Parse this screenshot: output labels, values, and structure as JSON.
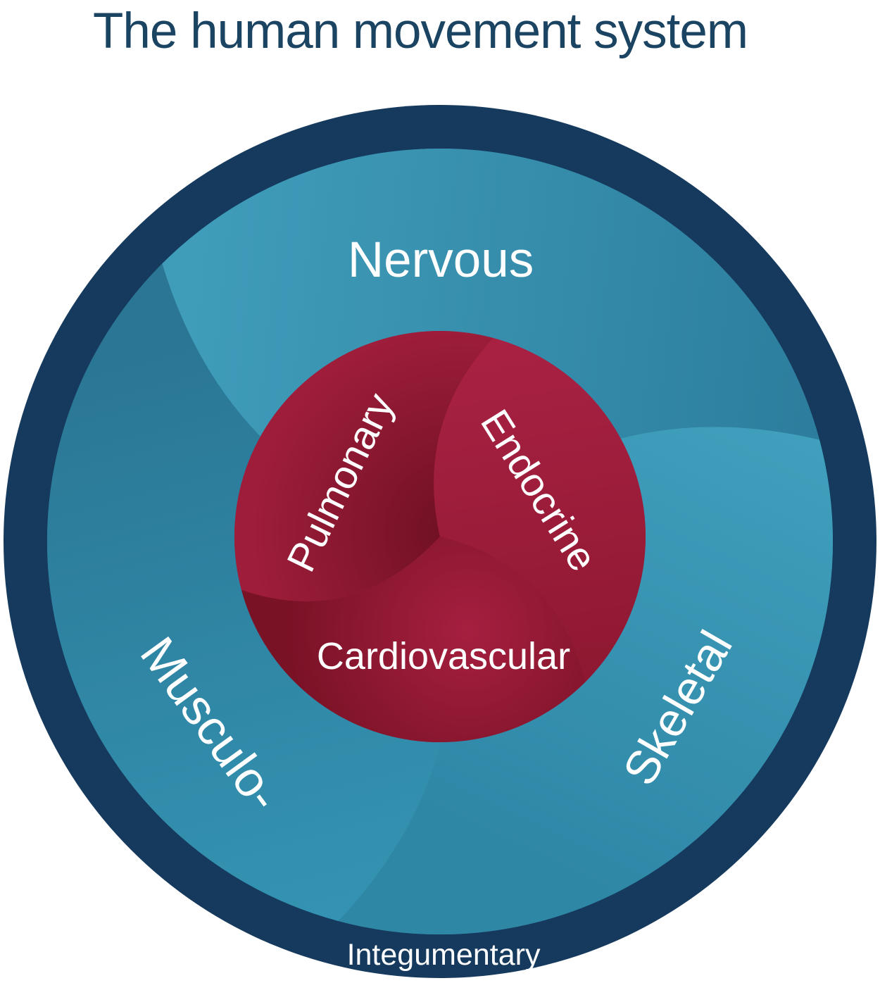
{
  "title": {
    "text": "The human movement system",
    "color": "#1A4462"
  },
  "label_color": "#FFFFFF",
  "diagram": {
    "description": "Concentric circle diagram of body systems supporting human movement",
    "outer_ring": {
      "label": "Integumentary",
      "color": "#163A5D"
    },
    "middle_ring": {
      "base_color": "#2E84A4",
      "segments": [
        {
          "label": "Nervous",
          "color_start": "#3F9DBA",
          "color_end": "#2D7E9E"
        },
        {
          "label": "Skeletal",
          "color_start": "#3F9FBC",
          "color_end": "#2F87A6"
        },
        {
          "label": "Musculo-",
          "color_start": "#2A7694",
          "color_end": "#3493B2"
        }
      ]
    },
    "core": {
      "base_color": "#A21F3E",
      "segments": [
        {
          "label": "Pulmonary",
          "color_start": "#6E1022",
          "color_end": "#9E1D3A"
        },
        {
          "label": "Endocrine",
          "color_start": "#A82143",
          "color_end": "#8E1831"
        },
        {
          "label": "Cardiovascular",
          "color_start": "#A61F40",
          "color_end": "#7A1226"
        }
      ]
    }
  }
}
